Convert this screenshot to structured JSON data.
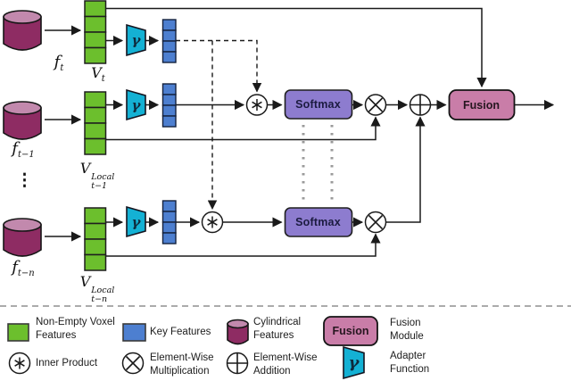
{
  "diagram": {
    "gamma": "γ",
    "softmax_label": "Softmax",
    "fusion_label": "Fusion",
    "ellipsis": "⋮",
    "math_labels": {
      "v_t": {
        "base": "V",
        "sub": "t"
      },
      "v_t_minus_1": {
        "base": "V",
        "sub": "t−1",
        "sup": "Local"
      },
      "v_t_minus_n": {
        "base": "V",
        "sub": "t−n",
        "sup": "Local"
      },
      "f_t": {
        "base": "f",
        "sub": "t"
      },
      "f_t_minus_1": {
        "base": "f",
        "sub": "t−1"
      },
      "f_t_minus_n": {
        "base": "f",
        "sub": "t−n"
      }
    }
  },
  "legend": {
    "gamma": "γ",
    "fusion_label": "Fusion",
    "items": {
      "non_empty_voxel": "Non-Empty Voxel\nFeatures",
      "key_features": "Key Features",
      "cylindrical": "Cylindrical\nFeatures",
      "fusion_module": "Fusion\nModule",
      "inner_product": "Inner Product",
      "elementwise_mult": "Element-Wise\nMultiplication",
      "elementwise_add": "Element-Wise\nAddition",
      "adapter_function": "Adapter\nFunction"
    }
  },
  "icons": {
    "inner_product": "asterisk-in-circle",
    "elementwise_multiplication": "cross-in-circle",
    "elementwise_addition": "plus-in-circle",
    "vertical_ellipsis": "⋮"
  },
  "colors": {
    "voxel_green": "#6cbf2d",
    "key_blue": "#4d7fd0",
    "adapter_cyan": "#14b1d4",
    "softmax_purple": "#8d7ccf",
    "fusion_pink": "#c97da8",
    "cylinder_body": "#8e2c63",
    "cylinder_top": "#c289ad",
    "line": "#1a1a1a",
    "dotted_gray": "#9a9a9a"
  }
}
